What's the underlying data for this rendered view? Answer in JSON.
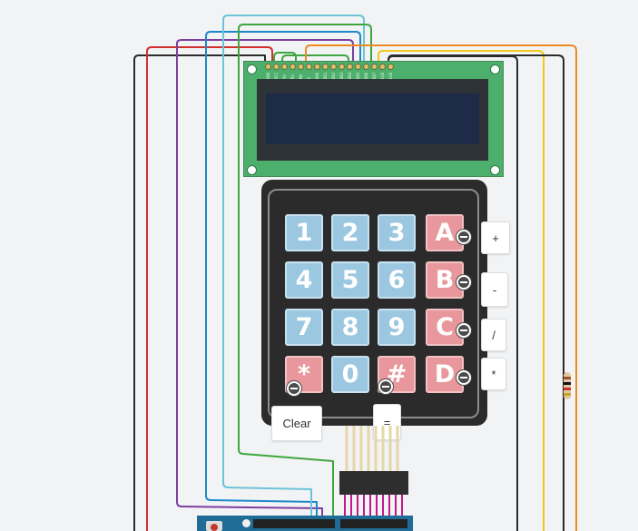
{
  "keypad": {
    "keys": [
      {
        "label": "1",
        "tone": "blue"
      },
      {
        "label": "2",
        "tone": "blue"
      },
      {
        "label": "3",
        "tone": "blue"
      },
      {
        "label": "A",
        "tone": "red"
      },
      {
        "label": "4",
        "tone": "blue"
      },
      {
        "label": "5",
        "tone": "blue"
      },
      {
        "label": "6",
        "tone": "blue"
      },
      {
        "label": "B",
        "tone": "red"
      },
      {
        "label": "7",
        "tone": "blue"
      },
      {
        "label": "8",
        "tone": "blue"
      },
      {
        "label": "9",
        "tone": "blue"
      },
      {
        "label": "C",
        "tone": "red"
      },
      {
        "label": "*",
        "tone": "red"
      },
      {
        "label": "0",
        "tone": "blue"
      },
      {
        "label": "#",
        "tone": "red"
      },
      {
        "label": "D",
        "tone": "red"
      }
    ]
  },
  "annotations": {
    "plus": "+",
    "minus": "-",
    "divide": "/",
    "multiply": "*",
    "clear": "Clear",
    "equals": "="
  },
  "lcd": {
    "pin_labels": [
      "GND",
      "VCC",
      "V0",
      "RS",
      "RW",
      "E",
      "DB0",
      "DB1",
      "DB2",
      "DB3",
      "DB4",
      "DB5",
      "DB6",
      "DB7",
      "LED",
      "LED"
    ]
  },
  "colors": {
    "wire_black": "#2b2b2b",
    "wire_red": "#d32f2f",
    "wire_purple": "#7b3fa0",
    "wire_blue": "#1e88c8",
    "wire_cyan": "#6cc4d8",
    "wire_green": "#3fa63f",
    "wire_orange": "#ef8a22",
    "wire_yellow": "#f2c81c",
    "lcd_board": "#4caf6b",
    "keypad_body": "#2b2b2b"
  },
  "icons": {
    "delete_handle": "minus-circle-icon",
    "reset_button": "reset-button-icon",
    "resistor": "resistor-icon"
  }
}
